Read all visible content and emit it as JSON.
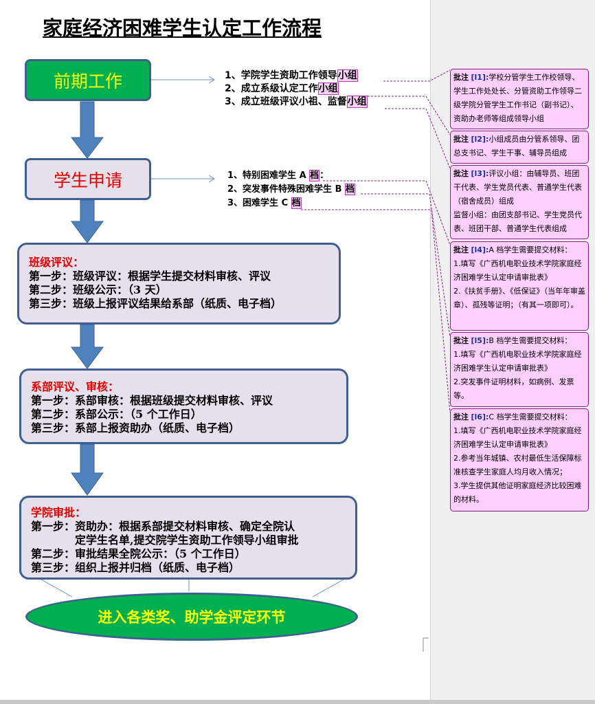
{
  "title": "家庭经济困难学生认定工作流程",
  "flow": {
    "stage1": "前期工作",
    "stage1_items": [
      "1、学院学生资助工作领导",
      "2、成立系级认定工作",
      "3、成立班级评议小祖、监督"
    ],
    "stage1_highlight": "小组",
    "stage2": "学生申请",
    "stage2_items": [
      "1、特别困难学生 A ",
      "2、突发事件特殊困难学生 B ",
      "3、困难学生 C "
    ],
    "stage2_highlight": "档",
    "stage2_suffix": "：",
    "stage3": {
      "heading": "班级评议：",
      "steps": [
        "第一步：班级评议：根据学生提交材料审核、评议",
        "第二步：班级公示：（3 天）",
        "第三步：班级上报评议结果给系部（纸质、电子档）"
      ]
    },
    "stage4": {
      "heading": "系部评议、审核：",
      "steps": [
        "第一步：系部审核：根据班级提交材料审核、评议",
        "第二步：系部公示：（5 个工作日）",
        "第三步：系部上报资助办（纸质、电子档）"
      ]
    },
    "stage5": {
      "heading": "学院审批：",
      "steps": [
        "第一步：资助办：根据系部提交材料审核、确定全院认",
        "　　　　定学生名单,提交院学生资助工作领导小组审批",
        "第二步：审批结果全院公示：（5 个工作日）",
        "第三步：组织上报并归档（纸质、电子档）"
      ]
    },
    "final": "进入各类奖、助学金评定环节"
  },
  "comments": [
    {
      "label": "批注",
      "tag": "[l1]:",
      "lines": [
        "学校分管学生工作校领导、学生工作处处长、分管资助工作领导二级学院分管学生工作书记（副书记）、资助办老师等组成领导小组"
      ]
    },
    {
      "label": "批注",
      "tag": "[l2]:",
      "lines": [
        "小组成员由分管系领导、团总支书记、学生干事、辅导员组成"
      ]
    },
    {
      "label": "批注",
      "tag": "[l3]:",
      "lines": [
        "评议小组：由辅导员、班团干代表、学生党员代表、普通学生代表（宿舍成员）组成",
        "监督小组：由团支部书记、学生党员代表、班团干部、普通学生代表组成"
      ]
    },
    {
      "label": "批注",
      "tag": "[l4]:",
      "lines": [
        "A 档学生需要提交材料：",
        "1.填写《广西机电职业技术学院家庭经济困难学生认定申请审批表》",
        "2.《扶贫手册》、《低保证》（当年年审盖章）、孤残等证明；（有其一项即可）。"
      ]
    },
    {
      "label": "批注",
      "tag": "[l5]:",
      "lines": [
        "B 档学生需要提交材料：",
        "1.填写《广西机电职业技术学院家庭经济困难学生认定申请审批表》",
        "2.突发事件证明材料，如病例、发票等。"
      ]
    },
    {
      "label": "批注",
      "tag": "[l6]:",
      "lines": [
        "C 档学生需要提交材料：",
        "1.填写《广西机电职业技术学院家庭经济困难学生认定申请审批表》",
        "2.参考当年城镇、农村最低生活保障标准核查学生家庭人均月收入情况；",
        "3.学生提供其他证明家庭经济比较困难的材料。"
      ]
    }
  ],
  "colors": {
    "green": "#00b050",
    "yellow": "#ffff00",
    "arrow": "#4f81bd",
    "box": "#e6e0ec",
    "red": "#e00000",
    "comment": "#ffd0ff"
  }
}
